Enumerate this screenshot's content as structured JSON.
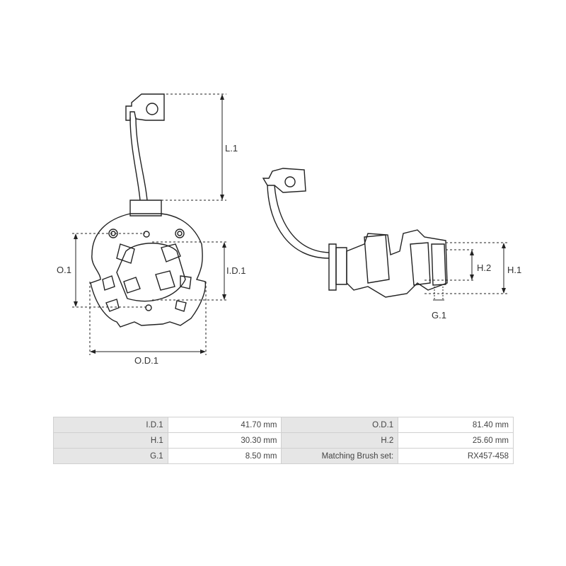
{
  "diagram": {
    "labels": {
      "l1": "L.1",
      "o1": "O.1",
      "id1": "I.D.1",
      "od1": "O.D.1",
      "h1": "H.1",
      "h2": "H.2",
      "g1": "G.1"
    }
  },
  "specs": {
    "rows": [
      {
        "label_a": "I.D.1",
        "value_a": "41.70 mm",
        "label_b": "O.D.1",
        "value_b": "81.40 mm"
      },
      {
        "label_a": "H.1",
        "value_a": "30.30 mm",
        "label_b": "H.2",
        "value_b": "25.60 mm"
      },
      {
        "label_a": "G.1",
        "value_a": "8.50 mm",
        "label_b": "Matching Brush set:",
        "value_b": "RX457-458"
      }
    ]
  }
}
